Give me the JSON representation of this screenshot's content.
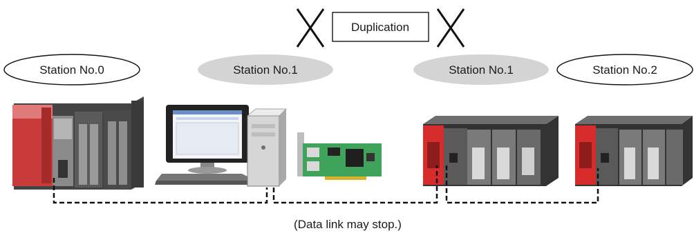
{
  "duplication_label": "Duplication",
  "stations": [
    {
      "label": "Station No.0",
      "style": "outlined"
    },
    {
      "label": "Station No.1",
      "style": "shaded"
    },
    {
      "label": "Station No.1",
      "style": "shaded"
    },
    {
      "label": "Station No.2",
      "style": "outlined"
    }
  ],
  "caption": "(Data link may stop.)",
  "colors": {
    "shaded_fill": "#d4d4d4",
    "cable": "#111111",
    "plc_red": "#d62c2c",
    "card_green": "#3fa35b"
  }
}
